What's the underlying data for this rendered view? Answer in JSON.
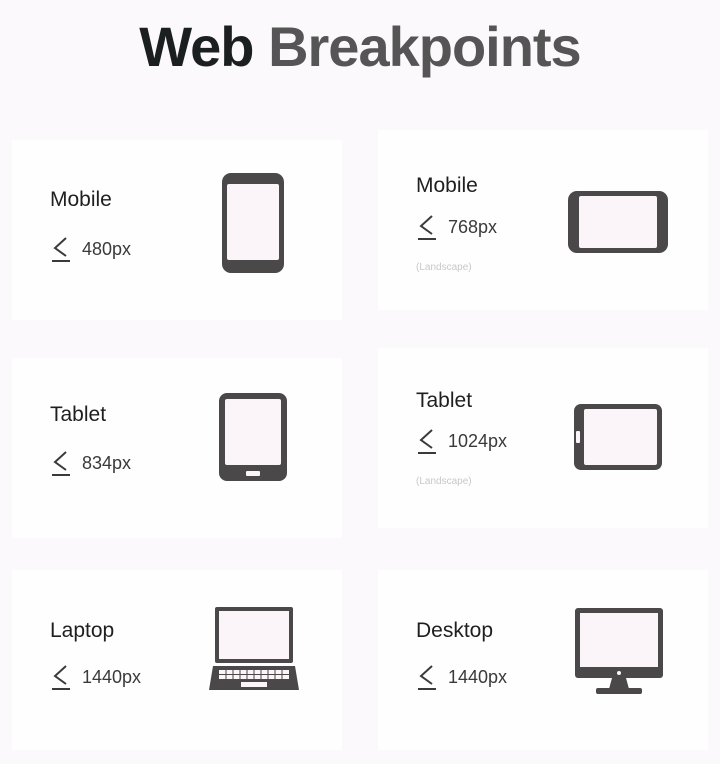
{
  "title": {
    "part1": "Web",
    "part2": "Breakpoints"
  },
  "items": [
    {
      "label": "Mobile",
      "value": "480px",
      "note": "",
      "icon": "mobile-portrait-icon"
    },
    {
      "label": "Mobile",
      "value": "768px",
      "note": "(Landscape)",
      "icon": "mobile-landscape-icon"
    },
    {
      "label": "Tablet",
      "value": "834px",
      "note": "",
      "icon": "tablet-portrait-icon"
    },
    {
      "label": "Tablet",
      "value": "1024px",
      "note": "(Landscape)",
      "icon": "tablet-landscape-icon"
    },
    {
      "label": "Laptop",
      "value": "1440px",
      "note": "",
      "icon": "laptop-icon"
    },
    {
      "label": "Desktop",
      "value": "1440px",
      "note": "",
      "icon": "desktop-icon"
    }
  ],
  "colors": {
    "icon": "#4a4848",
    "screen": "#fbf4f8",
    "title_dark": "#1c1f20",
    "title_gray": "#555555"
  }
}
